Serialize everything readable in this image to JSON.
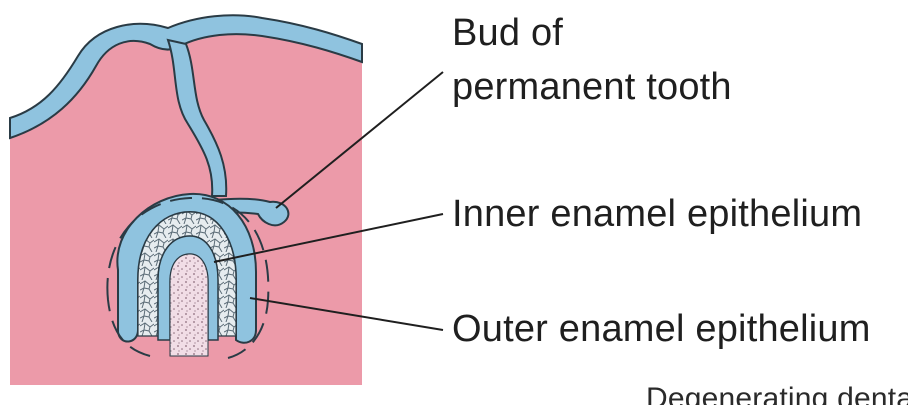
{
  "diagram": {
    "labels": {
      "bud_line1": "Bud of",
      "bud_line2": "permanent tooth",
      "inner": "Inner enamel epithelium",
      "outer": "Outer enamel epithelium",
      "degenerating": "Degenerating denta"
    },
    "colors": {
      "connective_tissue": "#ec9aa9",
      "epithelium": "#8fc3df",
      "outline": "#2a3b45",
      "stellate_reticulum": "#e6ecef",
      "dental_papilla": "#f1dde6",
      "leader": "#1f1f1f"
    }
  }
}
